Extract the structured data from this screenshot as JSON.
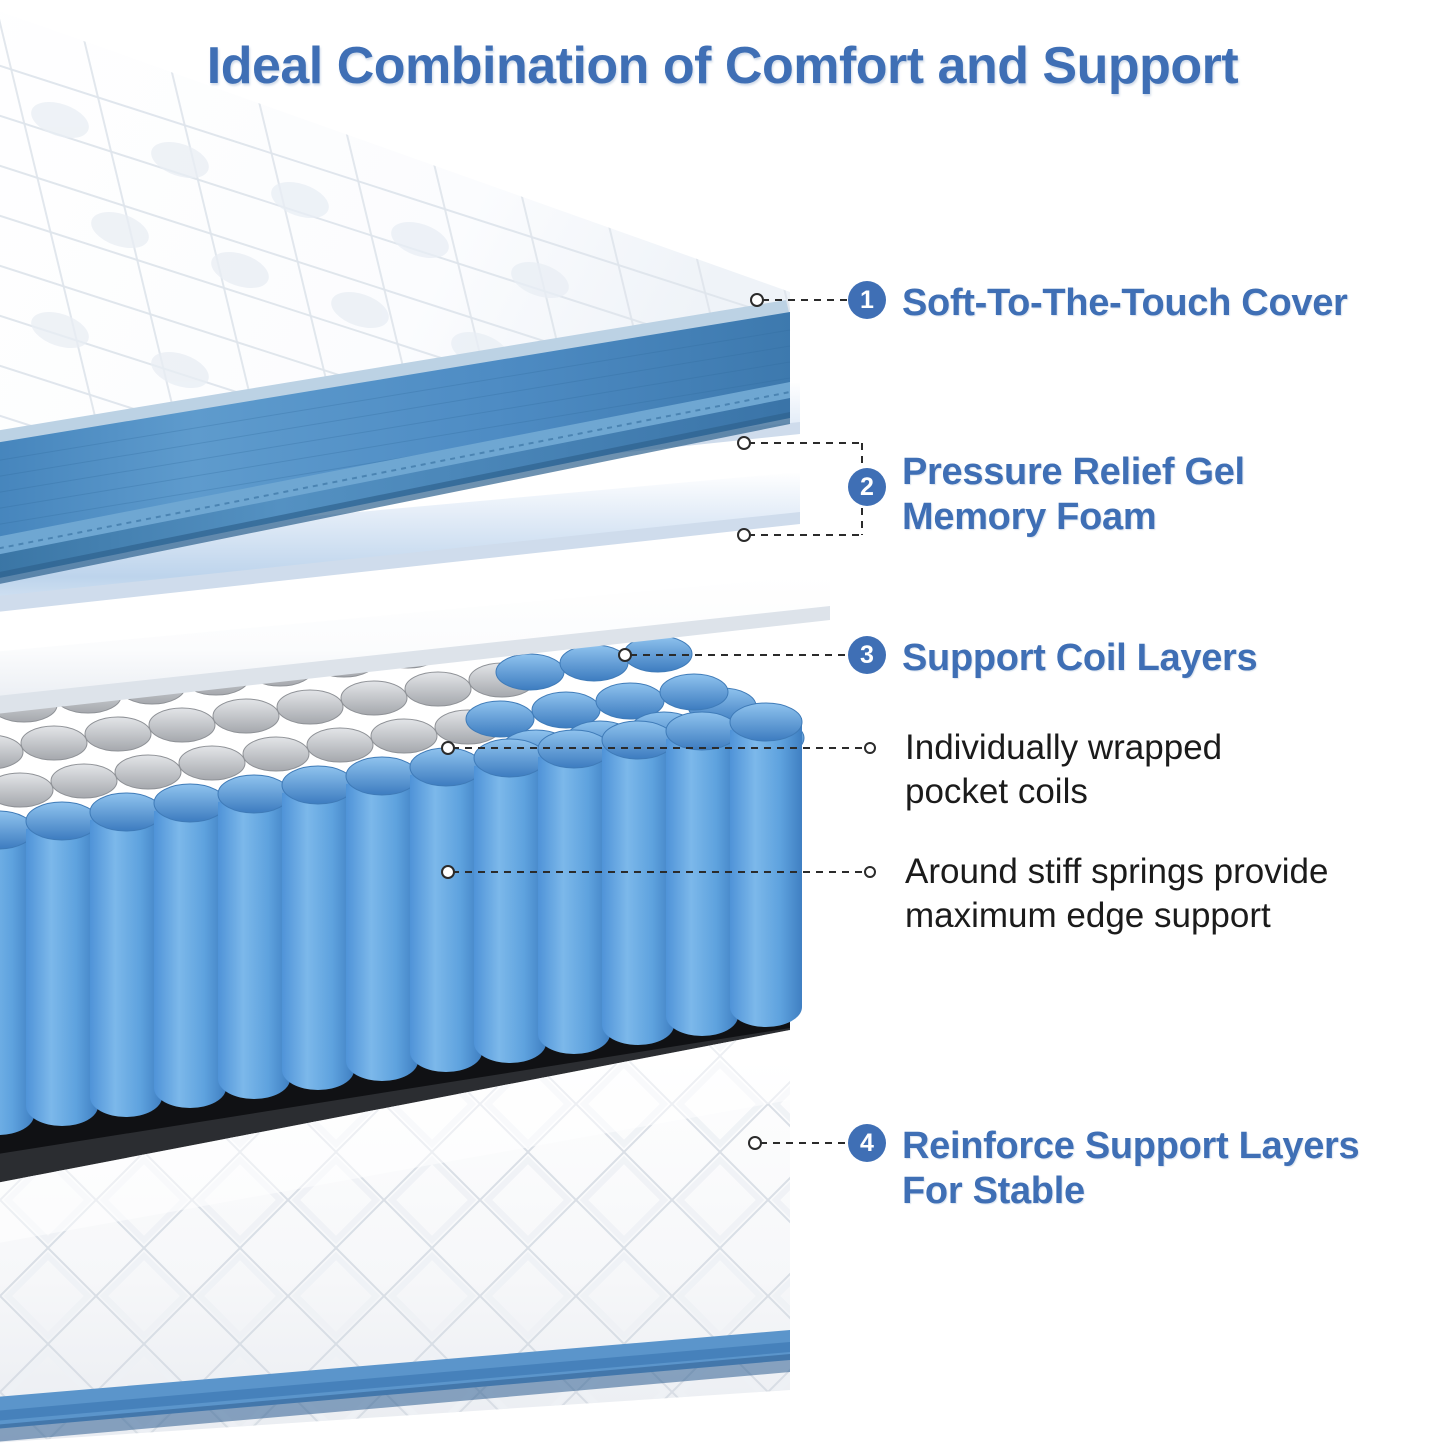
{
  "title": "Ideal Combination of Comfort and Support",
  "theme": {
    "accent_blue": "#3f6fb5",
    "badge_blue": "#3f6fb5",
    "text_dark": "#1b1b1b",
    "background": "#ffffff",
    "cover_border_blue": "#4a88c0",
    "edge_coil_blue": "#5fa3e0",
    "inner_coil_gray": "#b9bcc0",
    "base_band_black": "#141414"
  },
  "callouts": [
    {
      "number": "1",
      "label": "Soft-To-The-Touch Cover",
      "lines": [
        "Soft-To-The-Touch Cover"
      ]
    },
    {
      "number": "2",
      "label": "Pressure Relief Gel Memory Foam",
      "lines": [
        "Pressure Relief Gel",
        "Memory Foam"
      ]
    },
    {
      "number": "3",
      "label": "Support Coil Layers",
      "lines": [
        "Support Coil Layers"
      ]
    },
    {
      "number": "4",
      "label": "Reinforce Support Layers For Stable",
      "lines": [
        "Reinforce Support Layers",
        "For Stable"
      ]
    }
  ],
  "sub_callouts": [
    {
      "lines": [
        "Individually wrapped",
        "pocket coils"
      ]
    },
    {
      "lines": [
        "Around stiff springs provide",
        "maximum edge support"
      ]
    }
  ],
  "layers": [
    {
      "name": "soft-to-the-touch-cover",
      "description": "White quilted pillow-top with blue fabric side panel and piping"
    },
    {
      "name": "gel-memory-foam-upper",
      "description": "Thin pale blue gradient gel memory foam slab"
    },
    {
      "name": "gel-memory-foam-lower",
      "description": "Thin pale blue gradient gel memory foam slab"
    },
    {
      "name": "support-foam-slab",
      "description": "White support foam slab above the coil unit"
    },
    {
      "name": "pocket-coil-unit",
      "description": "Gray individually wrapped pocket coils with blue edge support coils"
    },
    {
      "name": "reinforce-base",
      "description": "Black band with white diamond quilted base and blue piping"
    }
  ]
}
